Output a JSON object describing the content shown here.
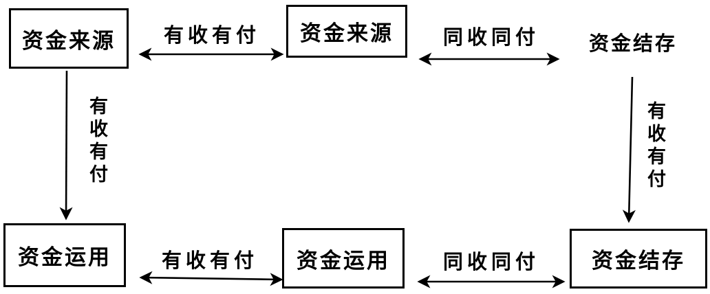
{
  "diagram": {
    "title": "fund-flow-accounting-diagram",
    "nodes": {
      "top_left": {
        "label": "资金来源"
      },
      "top_middle": {
        "label": "资金来源"
      },
      "top_right": {
        "label": "资金结存"
      },
      "bottom_left": {
        "label": "资金运用"
      },
      "bottom_middle": {
        "label": "资金运用"
      },
      "bottom_right": {
        "label": "资金结存"
      }
    },
    "edge_labels": {
      "top_left_to_middle": "有收有付",
      "top_middle_to_right": "同收同付",
      "left_vertical": "有收有付",
      "right_vertical": "有收有付",
      "bottom_left_to_middle": "有收有付",
      "bottom_middle_to_right": "同收同付"
    },
    "colors": {
      "ink": "#000000",
      "background": "#ffffff"
    }
  }
}
